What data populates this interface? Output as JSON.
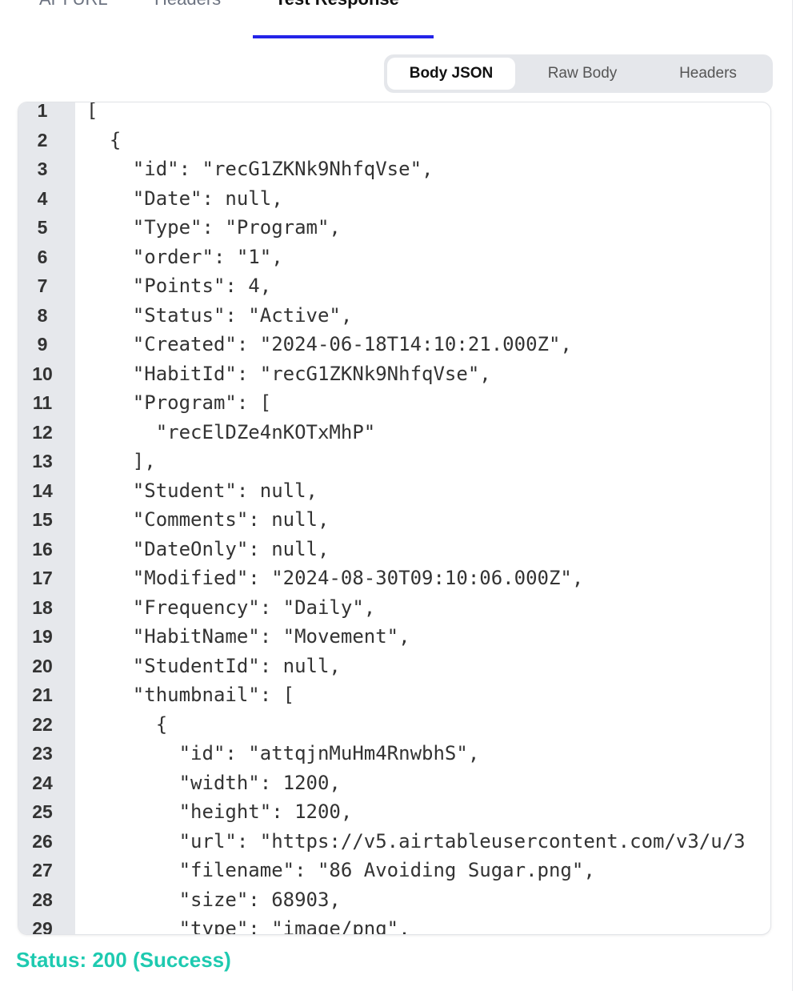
{
  "tabs": [
    {
      "label": "API URL"
    },
    {
      "label": "Headers"
    },
    {
      "label": "Test Response"
    }
  ],
  "response_view": {
    "options": [
      {
        "label": "Body JSON"
      },
      {
        "label": "Raw Body"
      },
      {
        "label": "Headers"
      }
    ],
    "selected": "Body JSON"
  },
  "code_lines": [
    "[",
    "  {",
    "    \"id\": \"recG1ZKNk9NhfqVse\",",
    "    \"Date\": null,",
    "    \"Type\": \"Program\",",
    "    \"order\": \"1\",",
    "    \"Points\": 4,",
    "    \"Status\": \"Active\",",
    "    \"Created\": \"2024-06-18T14:10:21.000Z\",",
    "    \"HabitId\": \"recG1ZKNk9NhfqVse\",",
    "    \"Program\": [",
    "      \"recElDZe4nKOTxMhP\"",
    "    ],",
    "    \"Student\": null,",
    "    \"Comments\": null,",
    "    \"DateOnly\": null,",
    "    \"Modified\": \"2024-08-30T09:10:06.000Z\",",
    "    \"Frequency\": \"Daily\",",
    "    \"HabitName\": \"Movement\",",
    "    \"StudentId\": null,",
    "    \"thumbnail\": [",
    "      {",
    "        \"id\": \"attqjnMuHm4RnwbhS\",",
    "        \"width\": 1200,",
    "        \"height\": 1200,",
    "        \"url\": \"https://v5.airtableusercontent.com/v3/u/3",
    "        \"filename\": \"86 Avoiding Sugar.png\",",
    "        \"size\": 68903,",
    "        \"type\": \"image/png\","
  ],
  "status": {
    "text": "Status:  200 (Success)",
    "color": "#1ecab0"
  },
  "accent": "#2323e8"
}
